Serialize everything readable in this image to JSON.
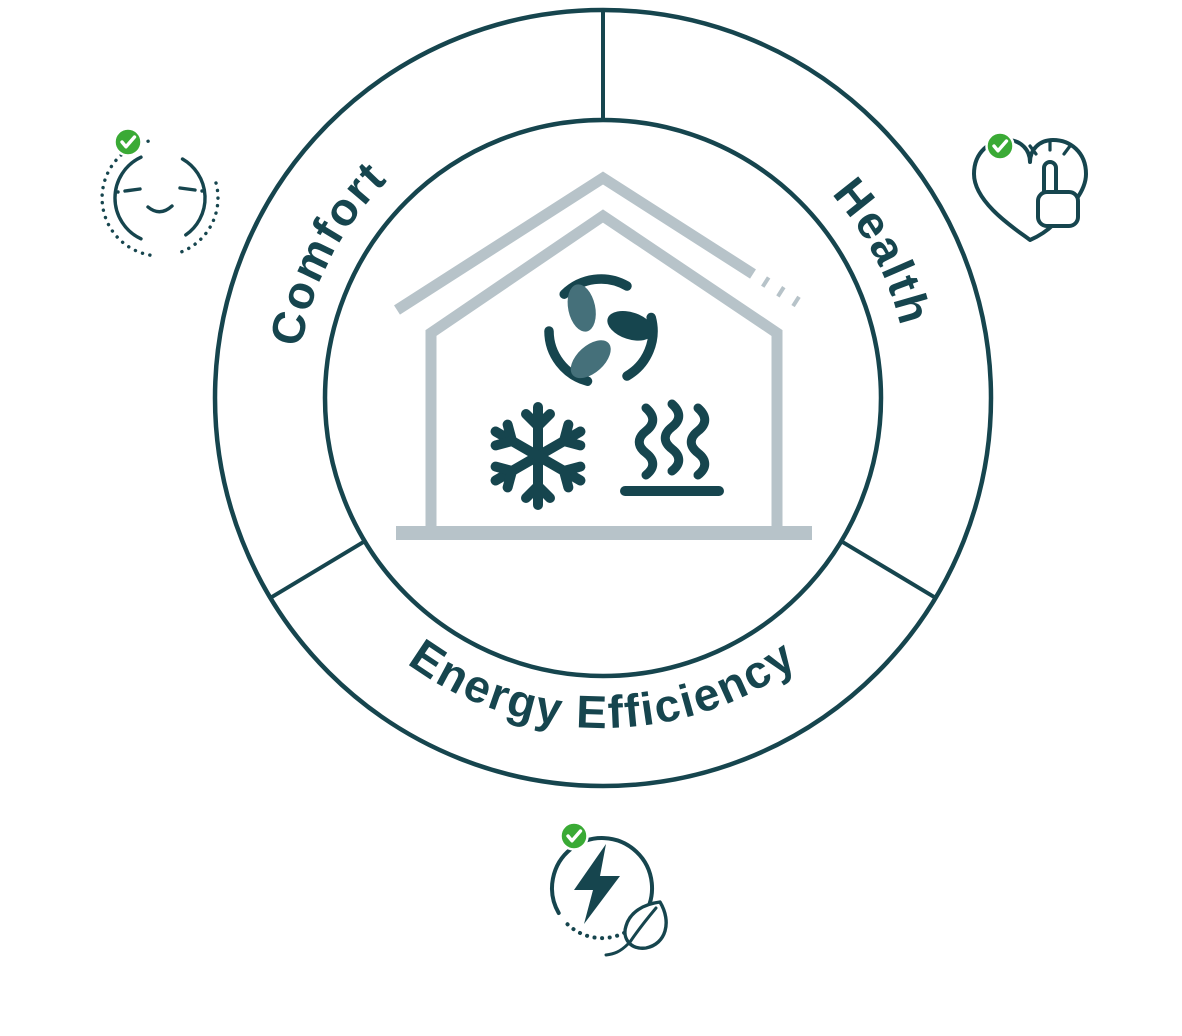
{
  "diagram": {
    "segments": [
      {
        "label": "Comfort",
        "symbol": "relaxed-face-icon",
        "status_icon": "check-icon"
      },
      {
        "label": "Health",
        "symbol": "heart-press-button-icon",
        "status_icon": "check-icon"
      },
      {
        "label": "Energy Efficiency",
        "symbol": "energy-cycle-leaf-icon",
        "status_icon": "check-icon"
      }
    ],
    "center": {
      "illustration": "house-outline",
      "feature_icons": [
        "ventilation-fan-icon",
        "cooling-snowflake-icon",
        "floor-heating-icon"
      ]
    },
    "colors": {
      "ink": "#16454E",
      "teal_accent": "#45707A",
      "house_gray": "#B7C3C9",
      "check_green": "#3AAA35",
      "background": "#FFFFFF"
    }
  }
}
